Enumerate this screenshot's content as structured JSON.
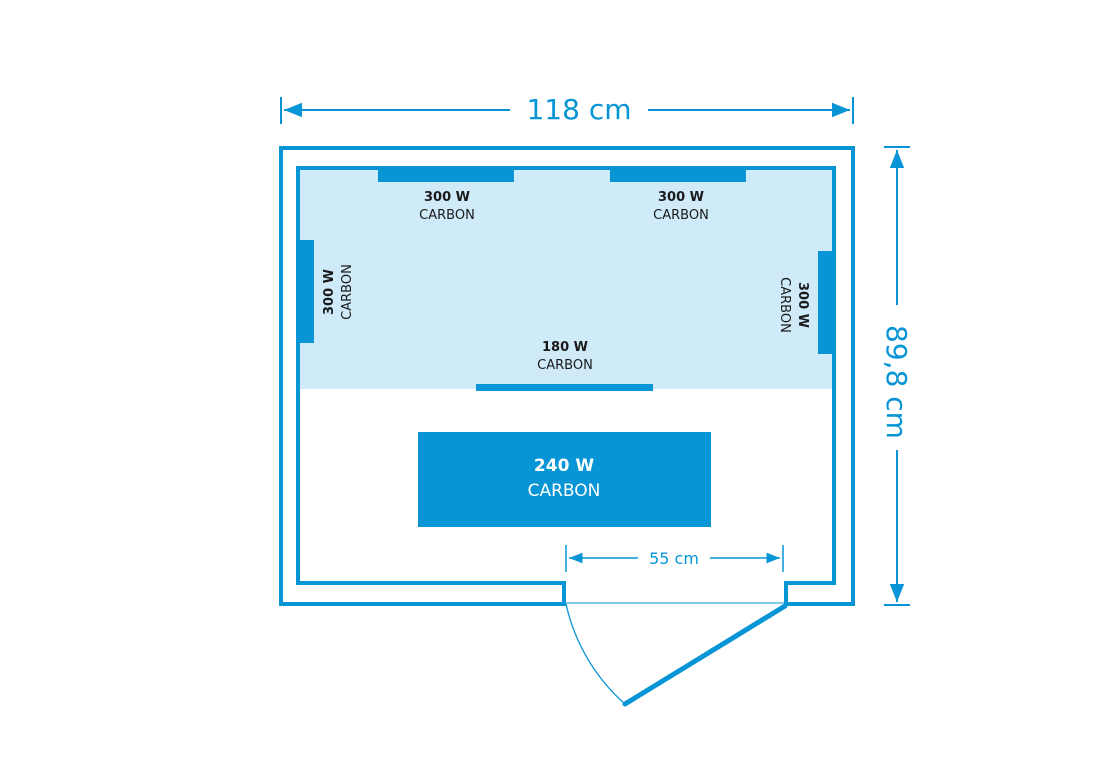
{
  "dimensions": {
    "width_label": "118 cm",
    "depth_label": "89,8 cm",
    "door_label": "55 cm"
  },
  "heaters": {
    "top_left": {
      "power": "300 W",
      "type": "CARBON"
    },
    "top_right": {
      "power": "300 W",
      "type": "CARBON"
    },
    "left": {
      "power": "300 W",
      "type": "CARBON"
    },
    "right": {
      "power": "300 W",
      "type": "CARBON"
    },
    "bench_front": {
      "power": "180 W",
      "type": "CARBON"
    },
    "floor": {
      "power": "240 W",
      "type": "CARBON"
    }
  },
  "colors": {
    "accent": "#0795d6",
    "bench_zone": "#cfeaf8",
    "heater": "#0795d6",
    "background": "#ffffff"
  }
}
